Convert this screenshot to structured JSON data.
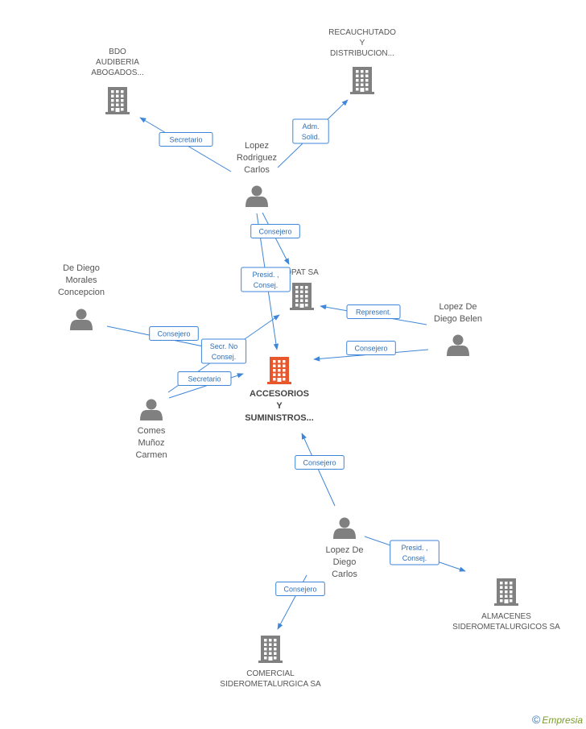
{
  "colors": {
    "edge": "#3f86d8",
    "company": "#808080",
    "focus": "#e8562c",
    "person": "#808080"
  },
  "nodes": [
    {
      "id": "main",
      "kind": "company",
      "focus": true,
      "lines": [
        "ACCESORIOS",
        "Y",
        "SUMINISTROS..."
      ]
    },
    {
      "id": "bdo",
      "kind": "company",
      "lines": [
        "BDO",
        "AUDIBERIA",
        "ABOGADOS..."
      ]
    },
    {
      "id": "recauch",
      "kind": "company",
      "lines": [
        "RECAUCHUTADO",
        "Y",
        "DISTRIBUCION..."
      ]
    },
    {
      "id": "opat",
      "kind": "company",
      "lines": [
        "OPAT SA"
      ]
    },
    {
      "id": "almacenes",
      "kind": "company",
      "lines": [
        "ALMACENES",
        "SIDEROMETALURGICOS SA"
      ]
    },
    {
      "id": "comercial",
      "kind": "company",
      "lines": [
        "COMERCIAL",
        "SIDEROMETALURGICA SA"
      ]
    },
    {
      "id": "lopezrod",
      "kind": "person",
      "lines": [
        "Lopez",
        "Rodriguez",
        "Carlos"
      ]
    },
    {
      "id": "dediego",
      "kind": "person",
      "lines": [
        "De Diego",
        "Morales",
        "Concepcion"
      ]
    },
    {
      "id": "lopezbelen",
      "kind": "person",
      "lines": [
        "Lopez De",
        "Diego Belen"
      ]
    },
    {
      "id": "comes",
      "kind": "person",
      "lines": [
        "Comes",
        "Muñoz",
        "Carmen"
      ]
    },
    {
      "id": "lopezdiegoc",
      "kind": "person",
      "lines": [
        "Lopez De",
        "Diego",
        "Carlos"
      ]
    }
  ],
  "edges": [
    {
      "id": "e1",
      "from": "lopezrod",
      "to": "bdo",
      "label": [
        "Secretario"
      ]
    },
    {
      "id": "e2",
      "from": "lopezrod",
      "to": "recauch",
      "label": [
        "Adm.",
        "Solid."
      ]
    },
    {
      "id": "e3",
      "from": "lopezrod",
      "to": "opat",
      "label": [
        "Consejero"
      ]
    },
    {
      "id": "e4",
      "from": "lopezrod",
      "to": "main",
      "label": [
        "Presid. ,",
        "Consej."
      ]
    },
    {
      "id": "e5",
      "from": "dediego",
      "to": "main",
      "label": [
        "Consejero"
      ]
    },
    {
      "id": "e6",
      "from": "lopezbelen",
      "to": "opat",
      "label": [
        "Represent."
      ]
    },
    {
      "id": "e7",
      "from": "lopezbelen",
      "to": "main",
      "label": [
        "Consejero"
      ]
    },
    {
      "id": "e8",
      "from": "comes",
      "to": "opat",
      "label": [
        "Secr. No",
        "Consej."
      ]
    },
    {
      "id": "e9",
      "from": "comes",
      "to": "main",
      "label": [
        "Secretario"
      ]
    },
    {
      "id": "e10",
      "from": "lopezdiegoc",
      "to": "main",
      "label": [
        "Consejero"
      ]
    },
    {
      "id": "e11",
      "from": "lopezdiegoc",
      "to": "almacenes",
      "label": [
        "Presid. ,",
        "Consej."
      ]
    },
    {
      "id": "e12",
      "from": "lopezdiegoc",
      "to": "comercial",
      "label": [
        "Consejero"
      ]
    }
  ],
  "footer": {
    "copyright": "©",
    "brand": "Empresia"
  }
}
